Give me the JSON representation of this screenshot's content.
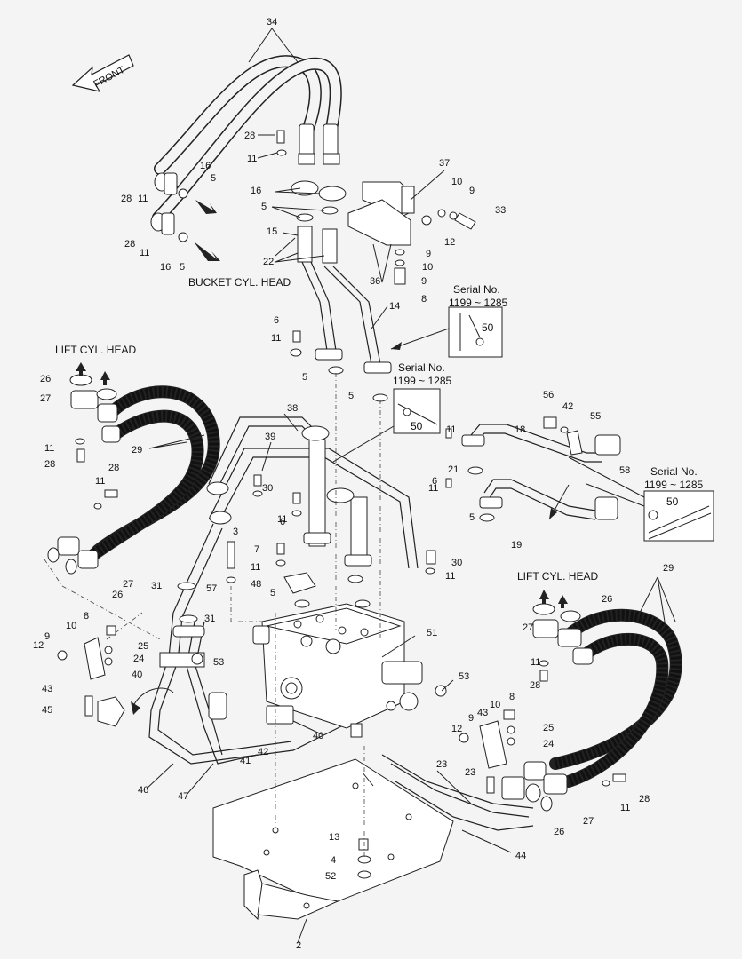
{
  "header": {
    "front_label": "FRONT"
  },
  "labels": {
    "bucket_cyl_head": "BUCKET CYL. HEAD",
    "lift_cyl_head_left": "LIFT CYL. HEAD",
    "lift_cyl_head_right": "LIFT CYL. HEAD"
  },
  "serial_notes": [
    {
      "title": "Serial No.",
      "range": "1199 ~ 1285",
      "part": "50"
    },
    {
      "title": "Serial No.",
      "range": "1199 ~ 1285",
      "part": "50"
    },
    {
      "title": "Serial No.",
      "range": "1199 ~ 1285",
      "part": "50"
    }
  ],
  "callouts": [
    "34",
    "28",
    "11",
    "16",
    "5",
    "28",
    "11",
    "28",
    "11",
    "16",
    "5",
    "16",
    "5",
    "15",
    "22",
    "37",
    "10",
    "9",
    "33",
    "12",
    "9",
    "10",
    "9",
    "8",
    "36",
    "14",
    "6",
    "11",
    "5",
    "5",
    "26",
    "27",
    "11",
    "28",
    "29",
    "38",
    "39",
    "3",
    "30",
    "6",
    "11",
    "7",
    "11",
    "28",
    "11",
    "31",
    "57",
    "48",
    "5",
    "30",
    "11",
    "21",
    "11",
    "6",
    "11",
    "5",
    "56",
    "42",
    "55",
    "18",
    "58",
    "19",
    "26",
    "27",
    "53",
    "51",
    "53",
    "40",
    "41",
    "42",
    "46",
    "47",
    "40",
    "31",
    "8",
    "10",
    "25",
    "24",
    "12",
    "9",
    "43",
    "23",
    "44",
    "45",
    "23",
    "12",
    "9",
    "10",
    "43",
    "8",
    "25",
    "24",
    "27",
    "26",
    "29",
    "11",
    "28",
    "28",
    "11",
    "27",
    "26",
    "13",
    "4",
    "52",
    "2"
  ],
  "colors": {
    "background": "#f4f4f4",
    "ink": "#222222"
  }
}
